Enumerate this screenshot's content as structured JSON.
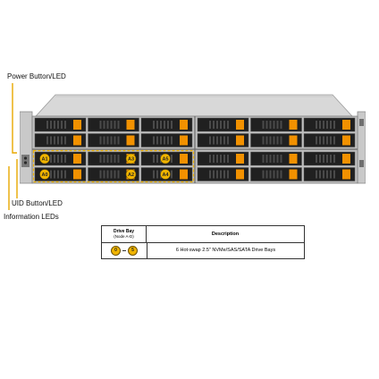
{
  "callouts": {
    "power": "Power Button/LED",
    "uid": "UID Button/LED",
    "info": "Information LEDs"
  },
  "bays": {
    "left_upper": [
      "A1",
      "A3",
      "A5"
    ],
    "left_lower": [
      "A0",
      "A2",
      "A4"
    ]
  },
  "legend": {
    "col1_title": "Drive Bay",
    "col1_sub": "(Node A-D)",
    "col2_title": "Description",
    "range_start": "0",
    "range_end": "5",
    "description": "6 Hot-swap 2.5\" NVMe/SAS/SATA Drive Bays"
  },
  "colors": {
    "highlight": "#f0b400",
    "tray_orange": "#f29100"
  }
}
